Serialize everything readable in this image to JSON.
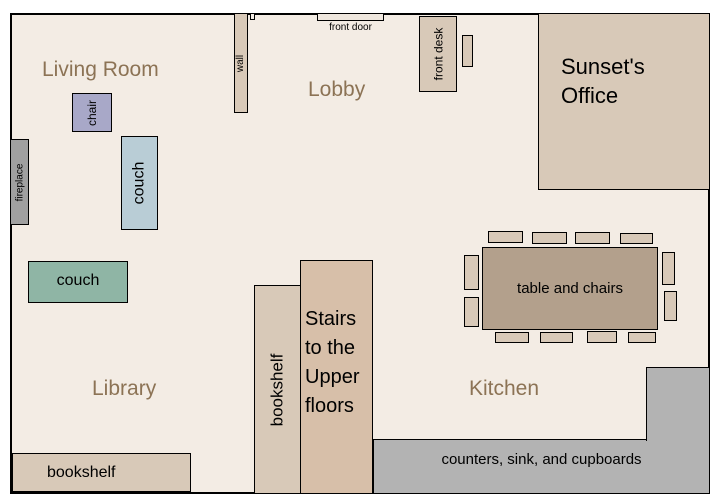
{
  "rooms": {
    "living_room": "Living Room",
    "lobby": "Lobby",
    "library": "Library",
    "kitchen": "Kitchen"
  },
  "furniture": {
    "front_door": "front door",
    "wall": "wall",
    "front_desk": "front desk",
    "office": "Sunset's Office",
    "chair": "chair",
    "couch_vertical": "couch",
    "fireplace": "fireplace",
    "couch_horizontal": "couch",
    "table": "table and chairs",
    "stairs_lines": [
      "Stairs",
      "to the",
      "Upper",
      "floors"
    ],
    "bookshelf_vertical": "bookshelf",
    "bookshelf_bottom": "bookshelf",
    "counters": "counters, sink, and cupboards"
  },
  "colors": {
    "floor": "#f3ece4",
    "chair": "#a8a8c8",
    "couch_vertical": "#b9cdd6",
    "couch_horizontal": "#8fb5a5",
    "fireplace": "#a0a0a0",
    "room_label": "#8c7355"
  }
}
